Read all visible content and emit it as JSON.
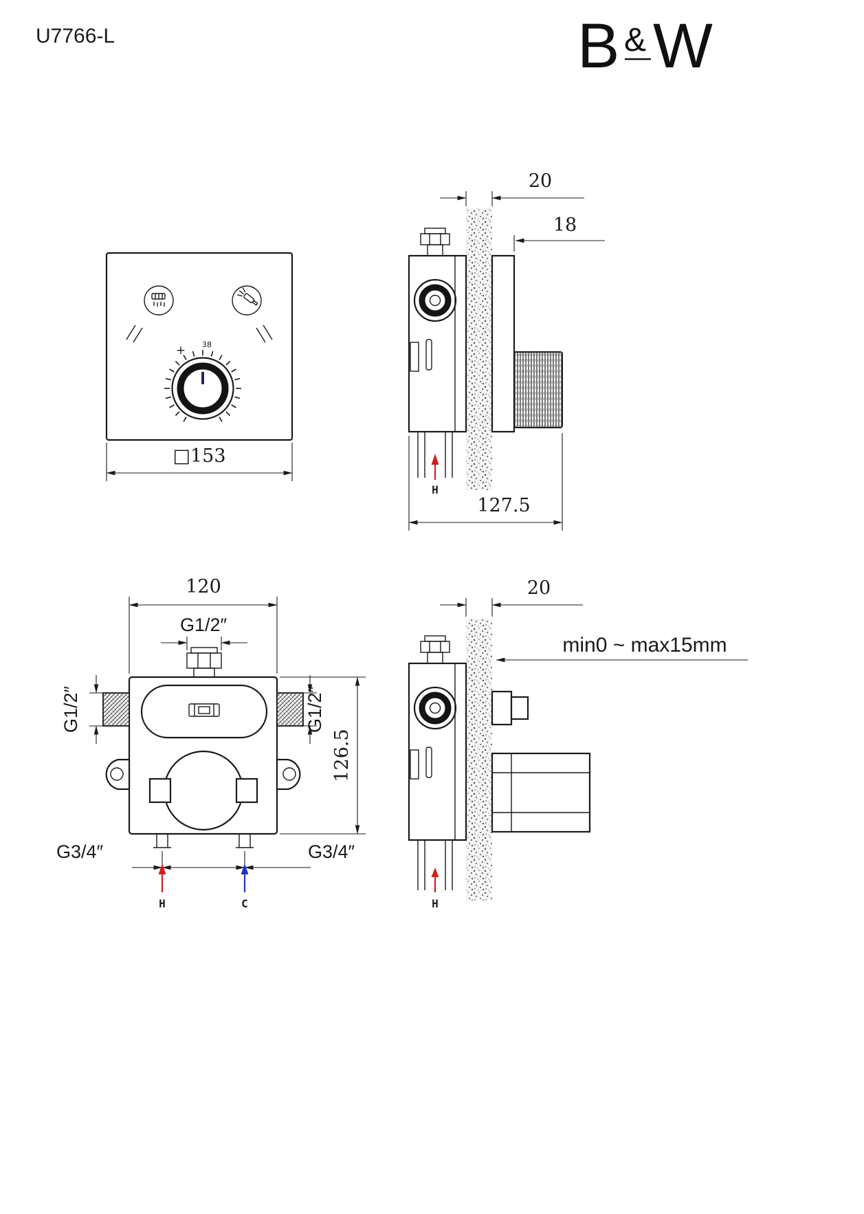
{
  "header": {
    "model": "U7766-L",
    "logo": {
      "b": "B",
      "amp": "&",
      "w": "W"
    }
  },
  "front_plate_view": {
    "width_dim": "□153",
    "temp_plus": "+",
    "temp_value": "38"
  },
  "side_view_top": {
    "wall_dim": "20",
    "plate_dim": "18",
    "depth_dim": "127.5",
    "hot_label": "H"
  },
  "body_front_view": {
    "width_dim": "120",
    "top_thread": "G1/2″",
    "left_thread": "G1/2″",
    "right_thread": "G1/2″",
    "height_dim": "126.5",
    "bottom_left_thread": "G3/4″",
    "bottom_right_thread": "G3/4″",
    "hot_label": "H",
    "cold_label": "C"
  },
  "side_view_bottom": {
    "wall_dim": "20",
    "depth_range": "min0 ~ max15mm",
    "hot_label": "H"
  },
  "colors": {
    "line": "#1a1a1a",
    "hot": "#cc2222",
    "cold": "#2233bb"
  }
}
